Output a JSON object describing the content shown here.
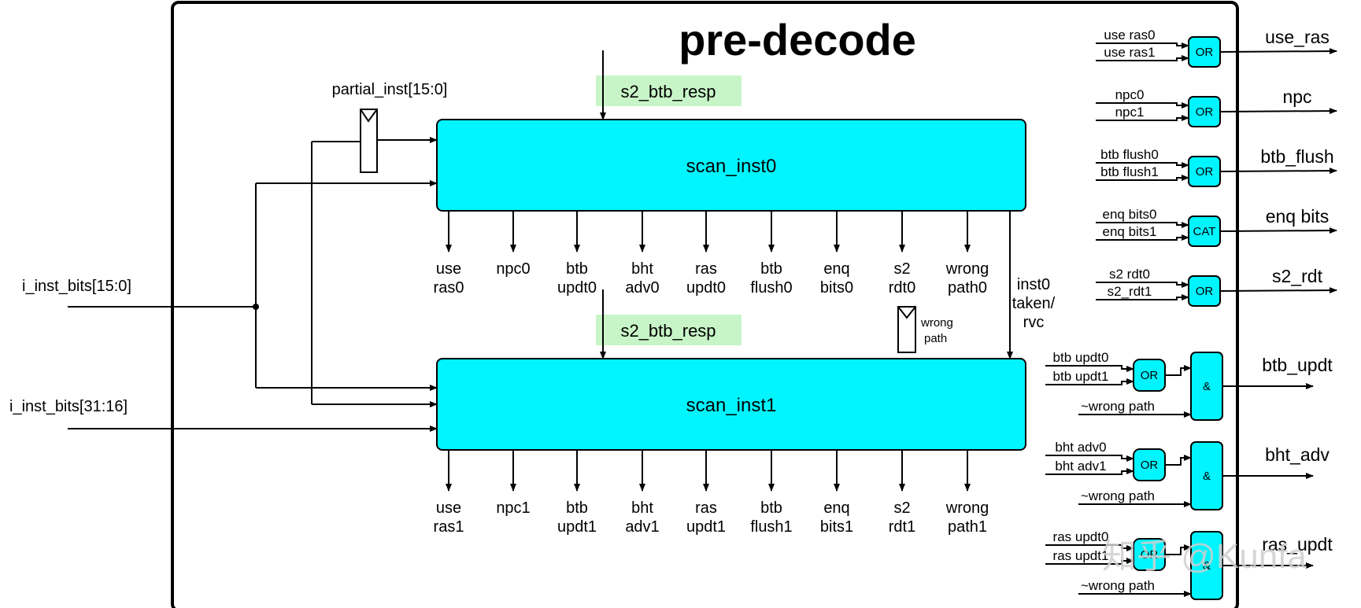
{
  "title": "pre-decode",
  "blocks": [
    {
      "label": "scan_inst0"
    },
    {
      "label": "scan_inst1"
    }
  ],
  "btb_resp_labels": [
    "s2_btb_resp",
    "s2_btb_resp"
  ],
  "partial_inst_label": "partial_inst[15:0]",
  "inputs": [
    "i_inst_bits[15:0]",
    "i_inst_bits[31:16]"
  ],
  "outputs0": [
    [
      "use",
      "ras0"
    ],
    [
      "npc0"
    ],
    [
      "btb",
      "updt0"
    ],
    [
      "bht",
      "adv0"
    ],
    [
      "ras",
      "updt0"
    ],
    [
      "btb",
      "flush0"
    ],
    [
      "enq",
      "bits0"
    ],
    [
      "s2",
      "rdt0"
    ],
    [
      "wrong",
      "path0"
    ]
  ],
  "outputs1": [
    [
      "use",
      "ras1"
    ],
    [
      "npc1"
    ],
    [
      "btb",
      "updt1"
    ],
    [
      "bht",
      "adv1"
    ],
    [
      "ras",
      "updt1"
    ],
    [
      "btb",
      "flush1"
    ],
    [
      "enq",
      "bits1"
    ],
    [
      "s2",
      "rdt1"
    ],
    [
      "wrong",
      "path1"
    ]
  ],
  "taken_label": [
    "inst0",
    "taken/",
    "rvc"
  ],
  "wrong_path_reg_label": [
    "wrong",
    "path"
  ],
  "simple_gates": [
    {
      "gate": "OR",
      "in": [
        "use ras0",
        "use ras1"
      ],
      "out": "use_ras"
    },
    {
      "gate": "OR",
      "in": [
        "npc0",
        "npc1"
      ],
      "out": "npc"
    },
    {
      "gate": "OR",
      "in": [
        "btb flush0",
        "btb flush1"
      ],
      "out": "btb_flush"
    },
    {
      "gate": "CAT",
      "in": [
        "enq bits0",
        "enq bits1"
      ],
      "out": "enq bits"
    },
    {
      "gate": "OR",
      "in": [
        "s2 rdt0",
        "s2_rdt1"
      ],
      "out": "s2_rdt"
    }
  ],
  "and_gates": [
    {
      "or": "OR",
      "and": "&",
      "in": [
        "btb updt0",
        "btb updt1"
      ],
      "mask": "~wrong path",
      "out": "btb_updt"
    },
    {
      "or": "OR",
      "and": "&",
      "in": [
        "bht adv0",
        "bht adv1"
      ],
      "mask": "~wrong path",
      "out": "bht_adv"
    },
    {
      "or": "OR",
      "and": "&",
      "in": [
        "ras updt0",
        "ras updt1"
      ],
      "mask": "~wrong path",
      "out": "ras_updt"
    }
  ],
  "watermark": "知乎 @Kunfa"
}
